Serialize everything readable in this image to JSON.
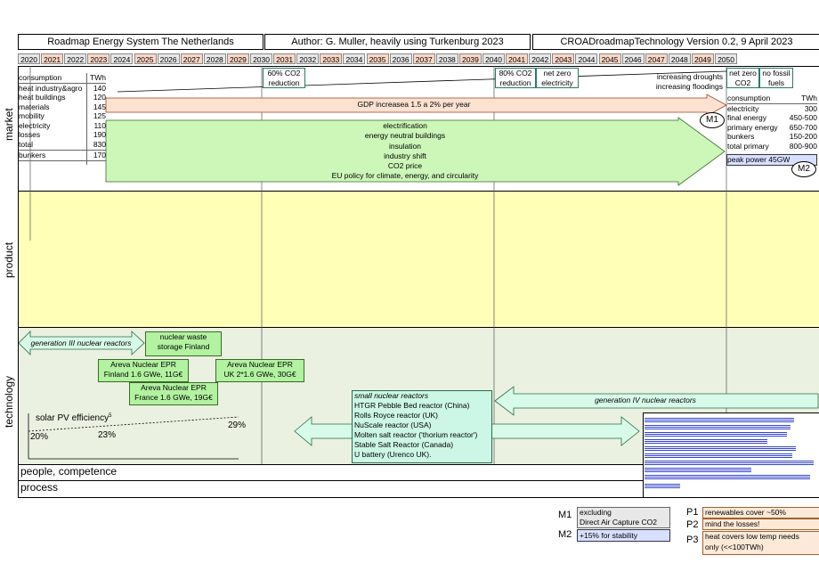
{
  "header": {
    "title": "Roadmap Energy System The Netherlands",
    "author": "Author: G. Muller, heavily using Turkenburg 2023",
    "version": "CROADroadmapTechnology Version 0.2, 9 April 2023"
  },
  "years": [
    "2020",
    "2021",
    "2022",
    "2023",
    "2024",
    "2025",
    "2026",
    "2027",
    "2028",
    "2029",
    "2030",
    "2031",
    "2032",
    "2033",
    "2034",
    "2035",
    "2036",
    "2037",
    "2038",
    "2039",
    "2040",
    "2041",
    "2042",
    "2043",
    "2044",
    "2045",
    "2046",
    "2047",
    "2048",
    "2049",
    "2050"
  ],
  "highlighted_years": [
    "2021",
    "2023",
    "2025",
    "2027",
    "2029",
    "2031",
    "2033",
    "2035",
    "2037",
    "2039",
    "2041",
    "2043",
    "2045",
    "2047",
    "2049"
  ],
  "bands": {
    "market": "market",
    "product": "product",
    "technology": "technology"
  },
  "market": {
    "consumption_2020": {
      "header_label": "consumption",
      "header_unit": "TWh",
      "rows": [
        {
          "label": "heat industry&agro",
          "value": "140"
        },
        {
          "label": "heat buildings",
          "value": "120"
        },
        {
          "label": "materials",
          "value": "145"
        },
        {
          "label": "mobility",
          "value": "125"
        },
        {
          "label": "electricity",
          "value": "110"
        },
        {
          "label": "losses",
          "value": "190"
        },
        {
          "label": "total",
          "value": "830"
        }
      ],
      "bunkers_label": "bunkers",
      "bunkers_value": "170"
    },
    "milestones": {
      "co2_60": "60% CO2 reduction",
      "co2_80": "80% CO2 reduction",
      "net_zero_electricity": "net zero electricity",
      "droughts": "increasing droughts",
      "floodings": "increasing floodings",
      "net_zero_co2": "net zero CO2",
      "no_fossil": "no fossil fuels"
    },
    "gdp_arrow": "GDP increasea 1.5 a 2% per year",
    "drivers": [
      "electrification",
      "energy neutral buildings",
      "insulation",
      "industry shift",
      "CO2 price",
      "EU policy for climate, energy, and circularity"
    ],
    "consumption_2050": {
      "header_label": "consumption",
      "header_unit": "TWh",
      "rows": [
        {
          "label": "electricity",
          "value": "300"
        },
        {
          "label": "final energy",
          "value": "450-500"
        },
        {
          "label": "primary energy",
          "value": "650-700"
        },
        {
          "label": "bunkers",
          "value": "150-200"
        },
        {
          "label": "total primary",
          "value": "800-900"
        }
      ],
      "peak_power": "peak power 45GW"
    },
    "marker_m1": "M1",
    "marker_m2": "M2"
  },
  "technology": {
    "gen3": "generation III nuclear reactors",
    "waste_l1": "nuclear waste",
    "waste_l2": "storage Finland",
    "epr_finland_l1": "Areva Nuclear EPR",
    "epr_finland_l2": "Finland 1.6 GWe, 11G€",
    "epr_france_l1": "Areva Nuclear EPR",
    "epr_france_l2": "France 1.6 GWe, 19G€",
    "epr_uk_l1": "Areva Nuclear EPR",
    "epr_uk_l2": "UK 2*1.6 GWe, 30G€",
    "small_reactors": {
      "title": "small nuclear reactors",
      "items": [
        "HTGR Pebble Bed reactor (China)",
        "Rolls Royce reactor (UK)",
        "NuScale reactor (USA)",
        "Molten salt reactor ('thorium reactor')",
        "Stable Salt Reactor (Canada)",
        "U battery (Urenco UK)."
      ]
    },
    "gen4": "generation IV nuclear reactors",
    "solar": {
      "label": "solar PV efficiency",
      "v1": "20%",
      "v2": "23%",
      "v3": "29%"
    }
  },
  "people": "people, competence",
  "process": "process",
  "legend": {
    "m1_key": "M1",
    "m1_l1": "excluding",
    "m1_l2": "Direct Air Capture CO2",
    "m2_key": "M2",
    "m2_text": "+15% for stability",
    "p1_key": "P1",
    "p1_text": "renewables cover ~50%",
    "p2_key": "P2",
    "p2_text": "mind the losses!",
    "p3_key": "P3",
    "p3_l1": "heat covers low temp needs",
    "p3_l2": "only (<<100TWh)"
  },
  "colors": {
    "product_band": "#ffffb8",
    "technology_band": "#eaf1e0",
    "arrow_orange": "#fde2d2",
    "arrow_green": "#ccf7b8",
    "arrow_cyan": "#d8fbe9",
    "m2_box": "#d8e0ff",
    "p_box": "#fde9d8",
    "hatch": "#3344cc"
  }
}
